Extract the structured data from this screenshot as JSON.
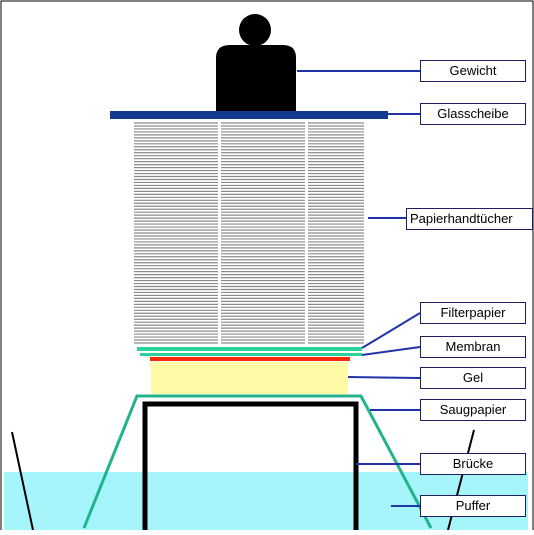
{
  "labels": {
    "gewicht": "Gewicht",
    "glasscheibe": "Glasscheibe",
    "papierhandtuecher": "Papierhandtücher",
    "filterpapier": "Filterpapier",
    "membran": "Membran",
    "gel": "Gel",
    "saugpapier": "Saugpapier",
    "bruecke": "Brücke",
    "puffer": "Puffer"
  },
  "colors": {
    "buffer": "#a6f5fb",
    "gel": "#fffaa6",
    "membrane": "#ff2a00",
    "filter": "#2bd39a",
    "saugpapier": "#22b38a",
    "glass": "#123b8e",
    "weight": "#000000",
    "leader": "#2233aa",
    "towel": "#8a8a8a",
    "tank": "#000000"
  },
  "towels": {
    "layer_count": 75
  }
}
